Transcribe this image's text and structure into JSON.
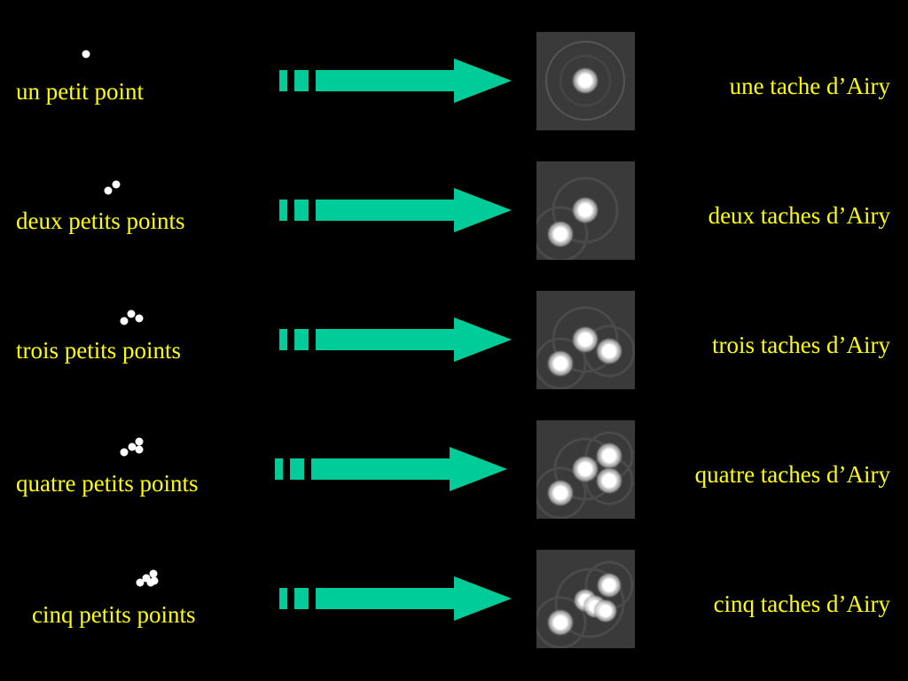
{
  "colors": {
    "background": "#000000",
    "text": "#ffff00",
    "arrow": "#00cc99",
    "dot": "#ffffff"
  },
  "rows": [
    {
      "left_label": "un petit point",
      "right_label": "une tache d’Airy",
      "point_count": 1
    },
    {
      "left_label": "deux petits points",
      "right_label": "deux taches d’Airy",
      "point_count": 2
    },
    {
      "left_label": "trois petits points",
      "right_label": "trois taches d’Airy",
      "point_count": 3
    },
    {
      "left_label": "quatre petits points",
      "right_label": "quatre taches d’Airy",
      "point_count": 4
    },
    {
      "left_label": "cinq petits points",
      "right_label": "cinq taches d’Airy",
      "point_count": 5
    }
  ]
}
